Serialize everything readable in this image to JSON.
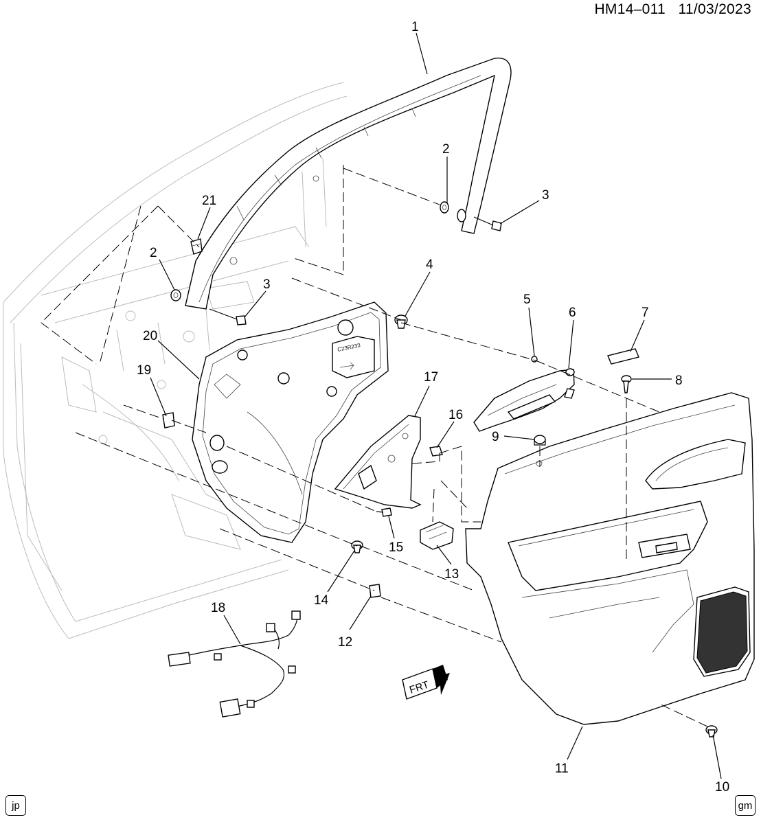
{
  "header": {
    "diagram_code": "HM14–011",
    "date": "11/03/2023"
  },
  "callouts": [
    "1",
    "2",
    "3",
    "2",
    "3",
    "4",
    "5",
    "6",
    "7",
    "8",
    "9",
    "10",
    "11",
    "12",
    "13",
    "14",
    "15",
    "16",
    "17",
    "18",
    "19",
    "20",
    "21"
  ],
  "frt_label": "FRT",
  "footer": {
    "left_badge": "jp",
    "right_badge": "gm"
  }
}
